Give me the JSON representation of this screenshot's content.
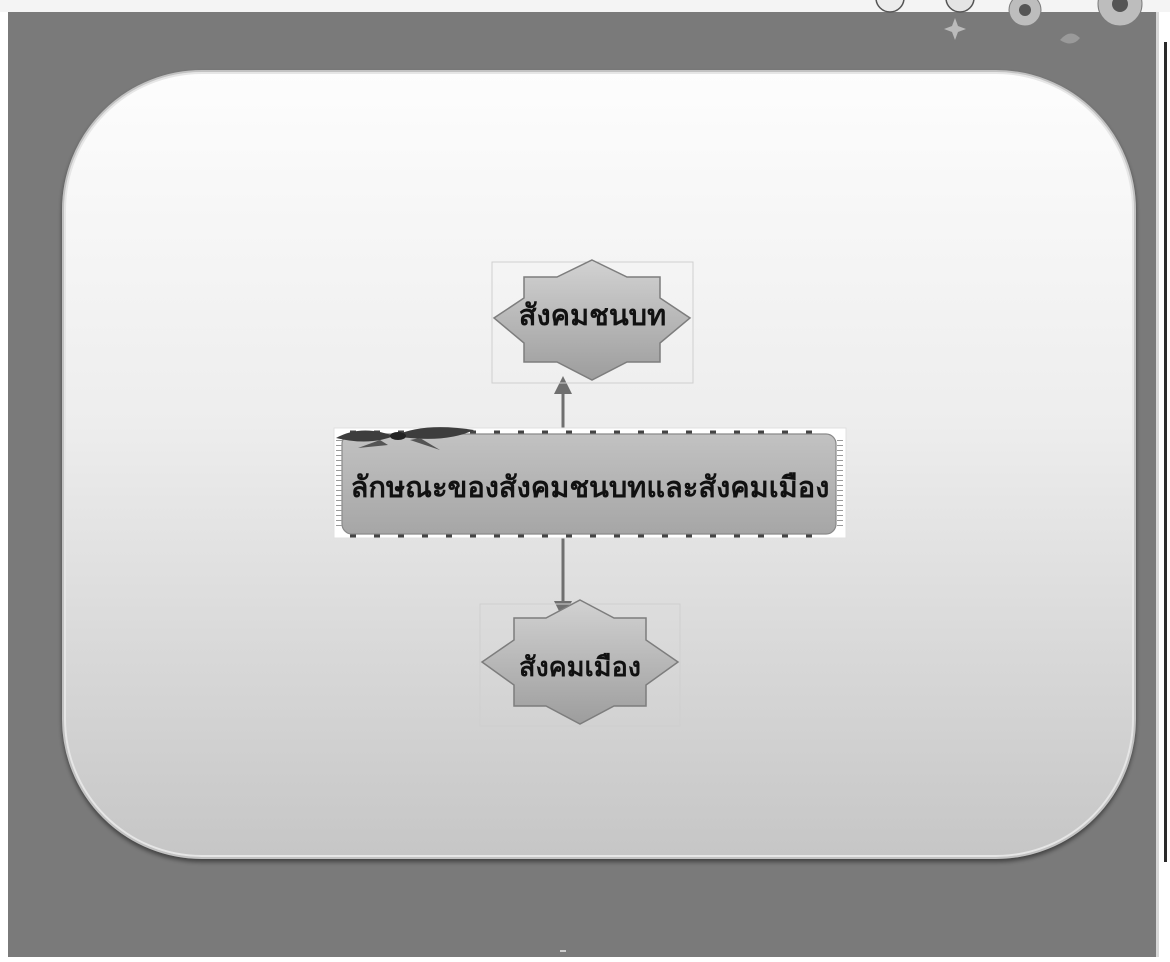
{
  "diagram": {
    "center": {
      "label": "ลักษณะของสังคมชนบทและสังคมเมือง"
    },
    "top_node": {
      "label": "สังคมชนบท"
    },
    "bottom_node": {
      "label": "สังคมเมือง"
    }
  },
  "colors": {
    "slide_background": "#7a7a7a",
    "shape_fill": "#b0b0b0",
    "arrow": "#6f6f6f"
  },
  "icons": [
    "flower-decoration-icon",
    "bow-ribbon-icon"
  ]
}
